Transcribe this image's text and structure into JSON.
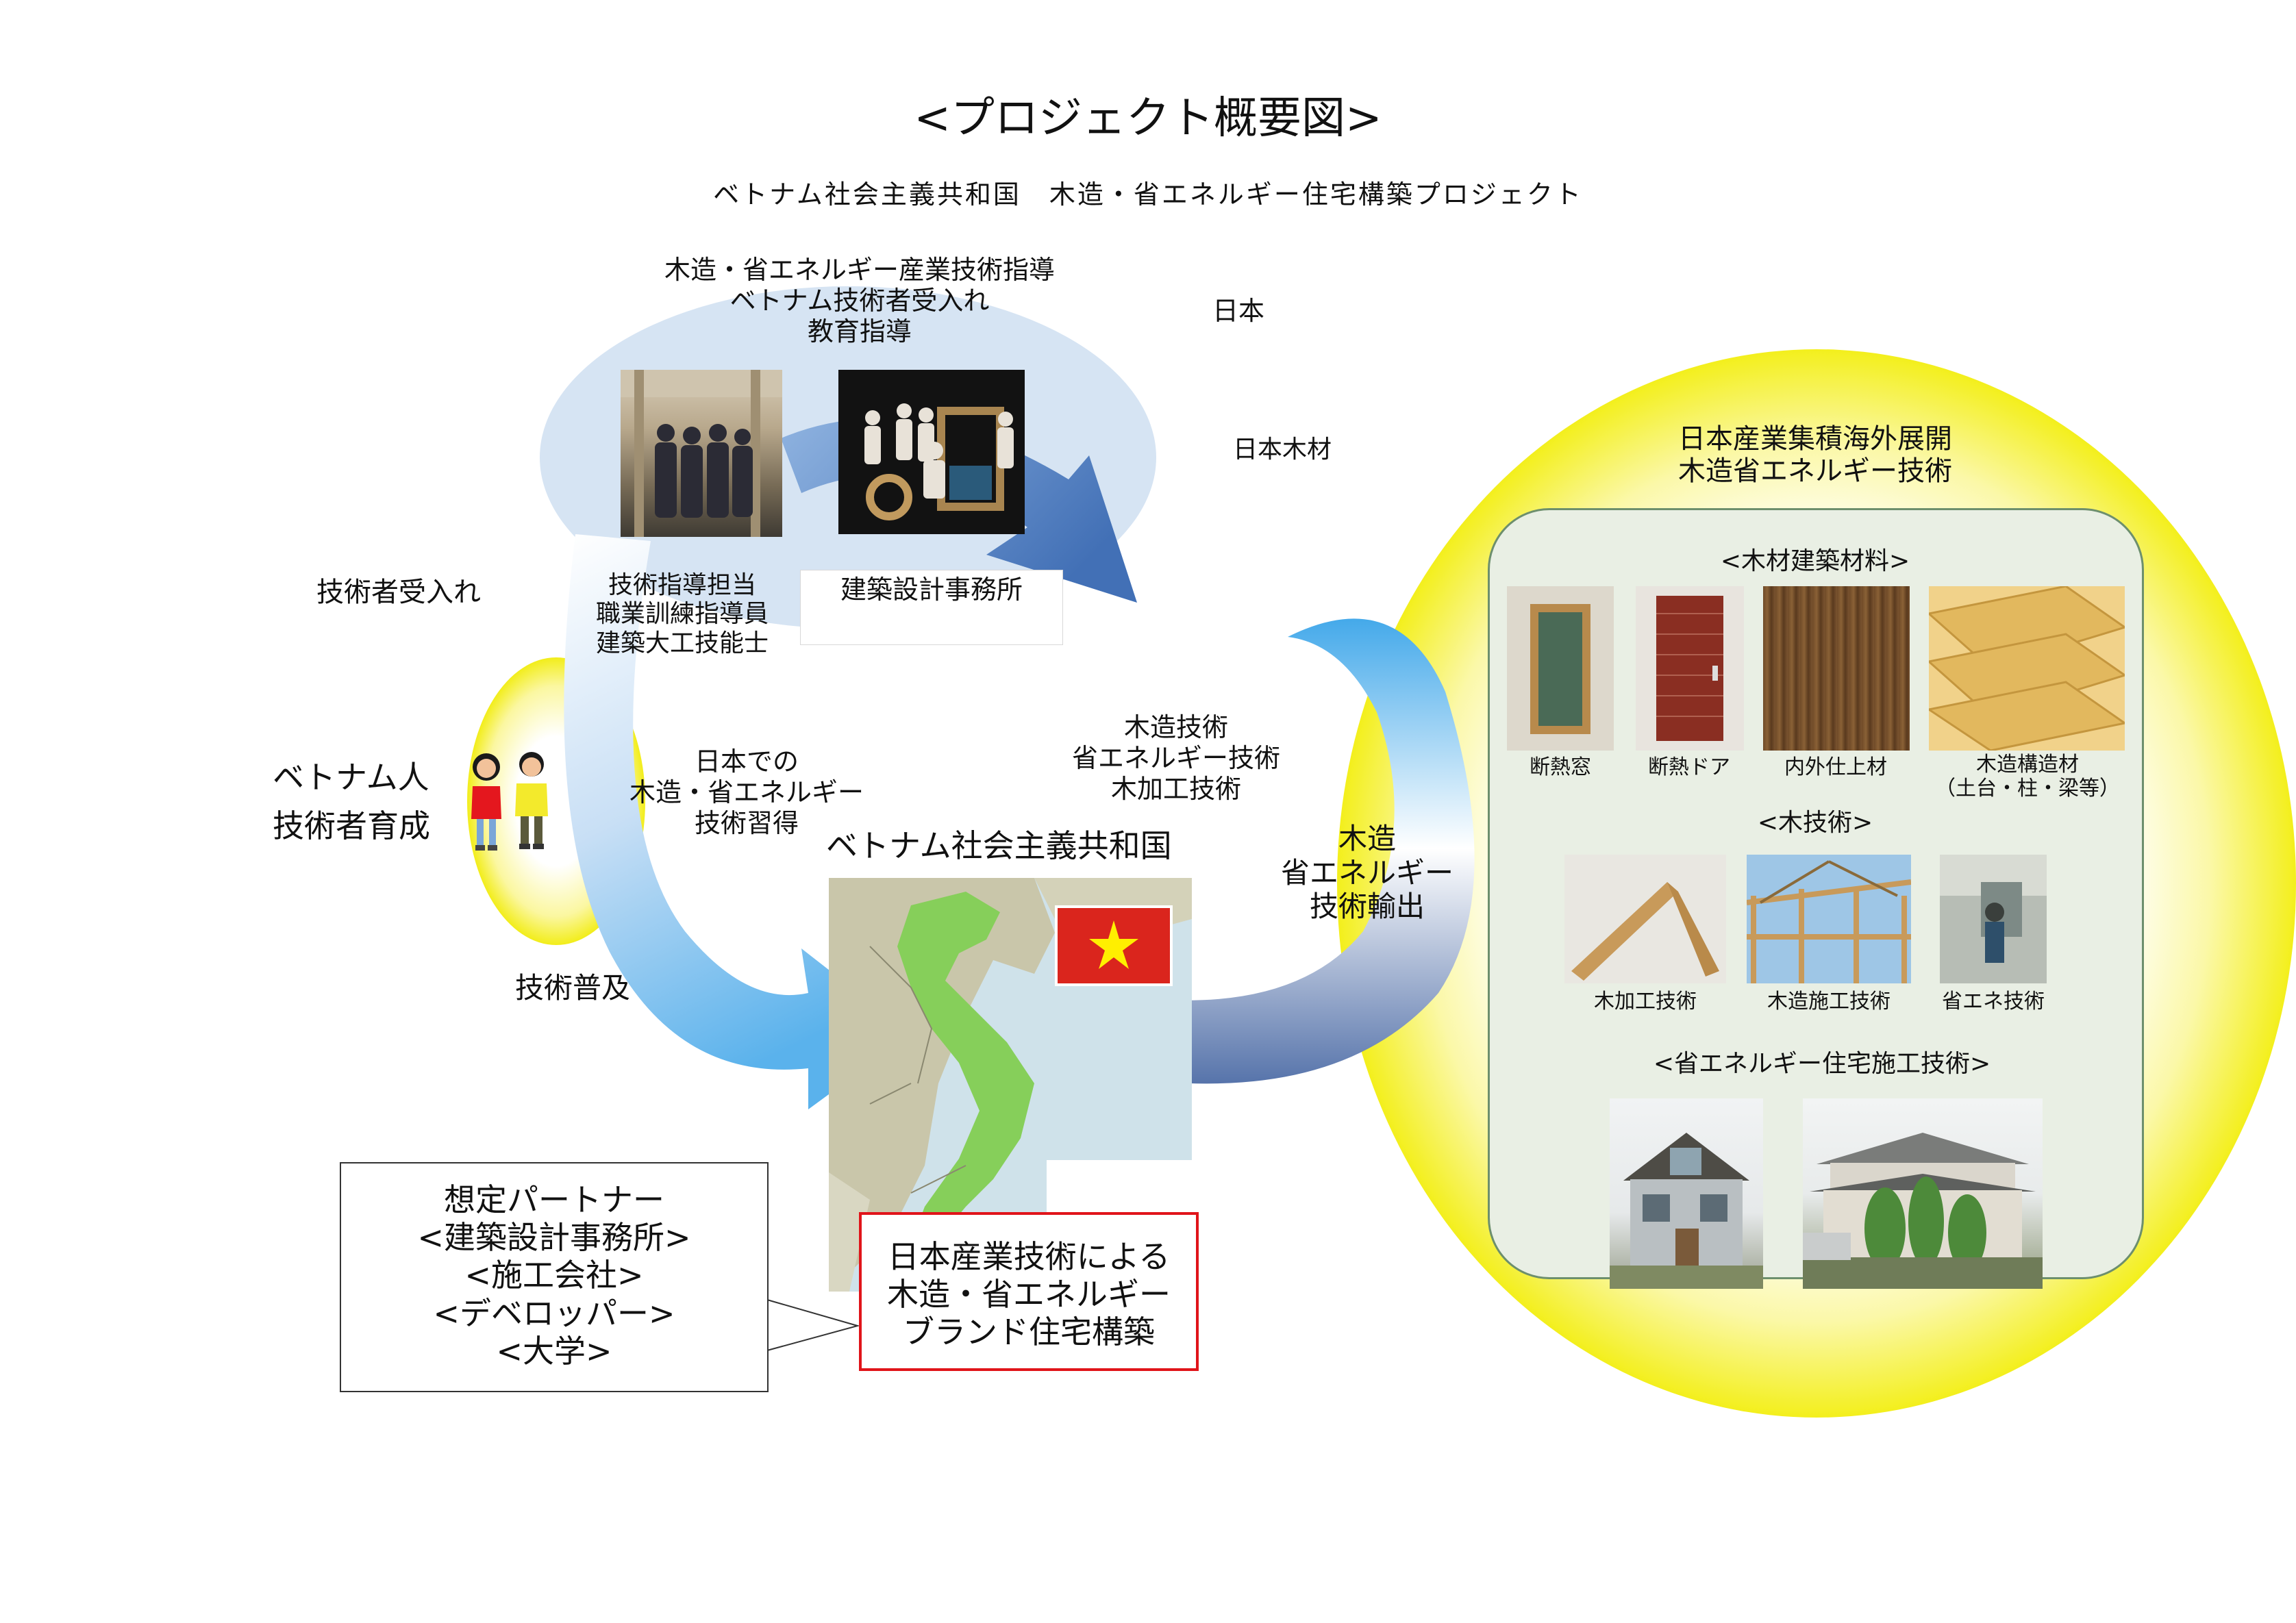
{
  "title": "<プロジェクト概要図>",
  "subtitle": "ベトナム社会主義共和国　木造・省エネルギー住宅構築プロジェクト",
  "top_labels": {
    "guidance_l1": "木造・省エネルギー産業技術指導",
    "guidance_l2": "ベトナム技術者受入れ",
    "guidance_l3": "教育指導",
    "japan": "日本",
    "japan_wood": "日本木材"
  },
  "photo_captions": {
    "staff_l1": "技術指導担当",
    "staff_l2": "職業訓練指導員",
    "staff_l3": "建築大工技能士",
    "office": "建築設計事務所"
  },
  "left_labels": {
    "acceptance": "技術者受入れ",
    "vn_l1": "ベトナム人",
    "vn_l2": "技術者育成",
    "learn_l1": "日本での",
    "learn_l2": "木造・省エネルギー",
    "learn_l3": "技術習得",
    "spread": "技術普及"
  },
  "center_labels": {
    "tech_l1": "木造技術",
    "tech_l2": "省エネルギー技術",
    "tech_l3": "木加工技術",
    "export_l1": "木造",
    "export_l2": "省エネルギー",
    "export_l3": "技術輸出",
    "vietnam": "ベトナム社会主義共和国"
  },
  "partner": {
    "l1": "想定パートナー",
    "l2": "<建築設計事務所>",
    "l3": "<施工会社>",
    "l4": "<デベロッパー>",
    "l5": "<大学>"
  },
  "brand": {
    "l1": "日本産業技術による",
    "l2": "木造・省エネルギー",
    "l3": "ブランド住宅構築"
  },
  "right": {
    "head_l1": "日本産業集積海外展開",
    "head_l2": "木造省エネルギー技術",
    "sec_materials": "<木材建築材料>",
    "mat1": "断熱窓",
    "mat2": "断熱ドア",
    "mat3": "内外仕上材",
    "mat4_l1": "木造構造材",
    "mat4_l2": "（土台・柱・梁等）",
    "sec_wood": "<木技術>",
    "wood1": "木加工技術",
    "wood2": "木造施工技術",
    "wood3": "省エネ技術",
    "sec_house": "<省エネルギー住宅施工技術>"
  },
  "colors": {
    "arrow_blue": "#4a7fc4",
    "ellipse_blue": "#d4e3f3",
    "sun_yellow": "#f3ef1c",
    "brand_border": "#e0141a",
    "map_green": "#86cf5a",
    "flag_red": "#da251d",
    "flag_star": "#ffef00"
  },
  "icons": {
    "people": "vietnamese-people-icon",
    "flag": "vietnam-flag-icon"
  }
}
